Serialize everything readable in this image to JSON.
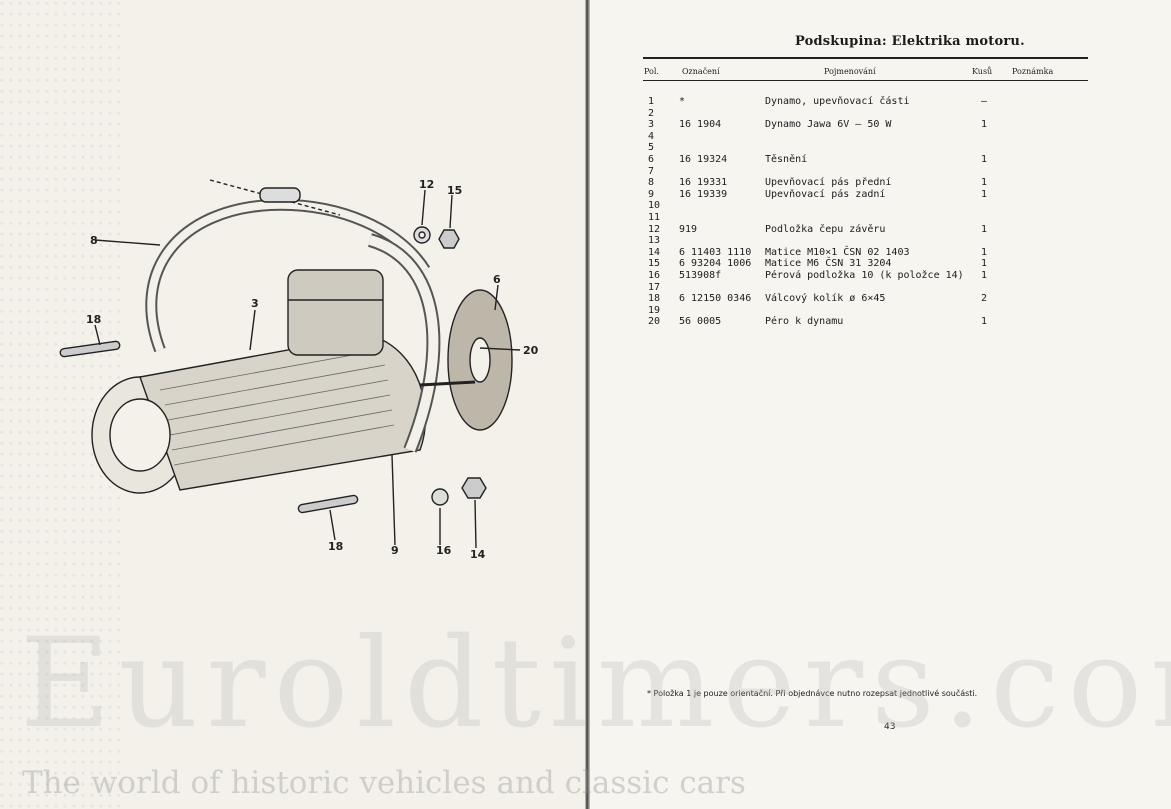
{
  "title": "Podskupina: Elektrika motoru.",
  "columns": {
    "pos": "Pol.",
    "code": "Označení",
    "name": "Pojmenování",
    "qty": "Kusů",
    "note": "Poznámka"
  },
  "parts": [
    {
      "pos": "1",
      "code": "*",
      "name": "Dynamo, upevňovací části",
      "qty": "—"
    },
    {
      "pos": "2",
      "code": "",
      "name": "",
      "qty": ""
    },
    {
      "pos": "3",
      "code": "16 1904",
      "name": "Dynamo Jawa 6V — 50 W",
      "qty": "1"
    },
    {
      "pos": "4",
      "code": "",
      "name": "",
      "qty": ""
    },
    {
      "pos": "5",
      "code": "",
      "name": "",
      "qty": ""
    },
    {
      "pos": "6",
      "code": "16 19324",
      "name": "Těsnění",
      "qty": "1"
    },
    {
      "pos": "7",
      "code": "",
      "name": "",
      "qty": ""
    },
    {
      "pos": "8",
      "code": "16 19331",
      "name": "Upevňovací pás přední",
      "qty": "1"
    },
    {
      "pos": "9",
      "code": "16 19339",
      "name": "Upevňovací pás zadní",
      "qty": "1"
    },
    {
      "pos": "10",
      "code": "",
      "name": "",
      "qty": ""
    },
    {
      "pos": "11",
      "code": "",
      "name": "",
      "qty": ""
    },
    {
      "pos": "12",
      "code": "919",
      "name": "Podložka čepu závěru",
      "qty": "1"
    },
    {
      "pos": "13",
      "code": "",
      "name": "",
      "qty": ""
    },
    {
      "pos": "14",
      "code": "6 11403 1110",
      "name": "Matice M10×1 ČSN 02 1403",
      "qty": "1"
    },
    {
      "pos": "15",
      "code": "6 93204 1006",
      "name": "Matice M6 ČSN 31 3204",
      "qty": "1"
    },
    {
      "pos": "16",
      "code": "513908f",
      "name": "Pérová podložka 10 (k položce 14)",
      "qty": "1"
    },
    {
      "pos": "17",
      "code": "",
      "name": "",
      "qty": ""
    },
    {
      "pos": "18",
      "code": "6 12150 0346",
      "name": "Válcový kolík ø 6×45",
      "qty": "2"
    },
    {
      "pos": "19",
      "code": "",
      "name": "",
      "qty": ""
    },
    {
      "pos": "20",
      "code": "56 0005",
      "name": "Péro k dynamu",
      "qty": "1"
    }
  ],
  "footnote": "* Položka 1 je pouze orientační. Při objednávce nutno rozepsat jednotlivé součásti.",
  "page_number": "43",
  "diagram_labels": [
    "8",
    "12",
    "15",
    "6",
    "18",
    "3",
    "20",
    "18",
    "9",
    "16",
    "14"
  ],
  "watermark": {
    "main": "Euroldtimers.com",
    "sub": "The world of historic vehicles and classic cars"
  }
}
